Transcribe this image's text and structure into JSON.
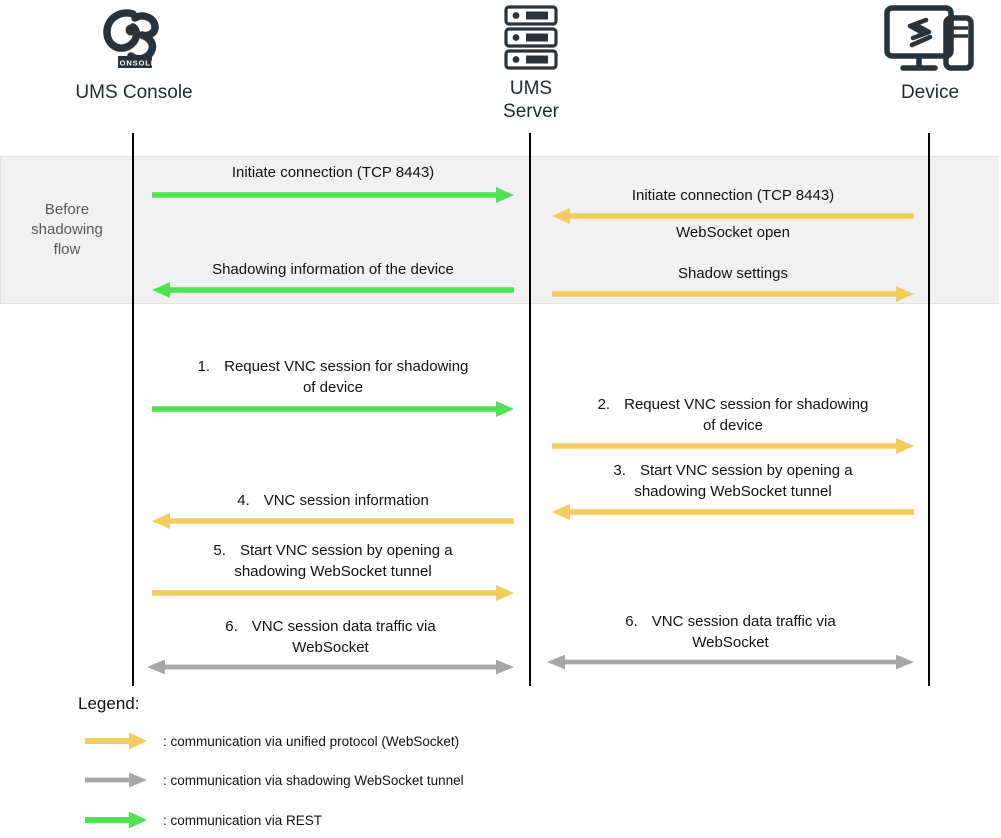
{
  "actors": [
    {
      "id": "ums-console",
      "label": "UMS Console",
      "icon": "ums-console-logo"
    },
    {
      "id": "ums-server",
      "label": "UMS\nServer",
      "icon": "server-rack-icon"
    },
    {
      "id": "device",
      "label": "Device",
      "icon": "monitor-pc-icon"
    }
  ],
  "phase_band": {
    "label": "Before\nshadowing\nflow"
  },
  "messages": {
    "before_left": [
      {
        "num": "",
        "text": "Initiate connection (TCP 8443)",
        "color": "green",
        "direction": "right"
      },
      {
        "num": "",
        "text": "Shadowing information of the device",
        "color": "green",
        "direction": "left"
      }
    ],
    "before_right": [
      {
        "num": "",
        "text": "Initiate connection (TCP 8443)",
        "color": "yellow",
        "direction": "left"
      },
      {
        "num": "",
        "text": "WebSocket open",
        "color": "none",
        "direction": "none"
      },
      {
        "num": "",
        "text": "Shadow settings",
        "color": "yellow",
        "direction": "right"
      }
    ],
    "flow_left": [
      {
        "num": "1.",
        "text": "Request VNC session for shadowing\nof device",
        "color": "green",
        "direction": "right"
      },
      {
        "num": "4.",
        "text": "VNC session information",
        "color": "yellow",
        "direction": "left"
      },
      {
        "num": "5.",
        "text": "Start VNC session by opening a\nshadowing WebSocket tunnel",
        "color": "yellow",
        "direction": "right"
      },
      {
        "num": "6.",
        "text": "VNC session data traffic via\nWebSocket",
        "color": "gray",
        "direction": "both"
      }
    ],
    "flow_right": [
      {
        "num": "2.",
        "text": "Request VNC session for shadowing\nof device",
        "color": "yellow",
        "direction": "right"
      },
      {
        "num": "3.",
        "text": "Start VNC session by opening a\nshadowing WebSocket tunnel",
        "color": "yellow",
        "direction": "left"
      },
      {
        "num": "6.",
        "text": "VNC session data traffic via\nWebSocket",
        "color": "gray",
        "direction": "both"
      }
    ]
  },
  "legend": {
    "title": "Legend:",
    "items": [
      {
        "color": "yellow",
        "label": ": communication via unified protocol (WebSocket)"
      },
      {
        "color": "gray",
        "label": ": communication via shadowing WebSocket tunnel"
      },
      {
        "color": "green",
        "label": ": communication via REST"
      }
    ]
  },
  "colors": {
    "green": "#4FE251",
    "yellow": "#F3CB5E",
    "gray": "#A6A6A6",
    "lifeline": "#000000",
    "band_bg": "#F1F1F1",
    "band_border": "#E2E2E2",
    "icon": "#28333B",
    "band_text": "#595959",
    "text": "#111111"
  }
}
